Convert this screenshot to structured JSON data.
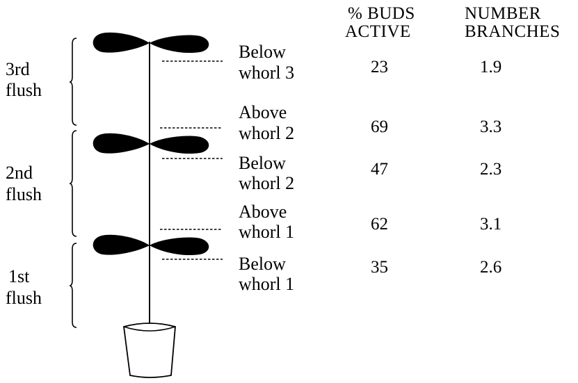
{
  "headers": {
    "buds_active": [
      "% BUDS",
      "ACTIVE"
    ],
    "number_branches": [
      "NUMBER",
      "BRANCHES"
    ]
  },
  "flushes": [
    {
      "label": [
        "3rd",
        "flush"
      ]
    },
    {
      "label": [
        "2nd",
        "flush"
      ]
    },
    {
      "label": [
        "1st",
        "flush"
      ]
    }
  ],
  "positions": [
    {
      "label": [
        "Below",
        "whorl 3"
      ],
      "buds_active": "23",
      "branches": "1.9"
    },
    {
      "label": [
        "Above",
        "whorl 2"
      ],
      "buds_active": "69",
      "branches": "3.3"
    },
    {
      "label": [
        "Below",
        "whorl 2"
      ],
      "buds_active": "47",
      "branches": "2.3"
    },
    {
      "label": [
        "Above",
        "whorl 1"
      ],
      "buds_active": "62",
      "branches": "3.1"
    },
    {
      "label": [
        "Below",
        "whorl 1"
      ],
      "buds_active": "35",
      "branches": "2.6"
    }
  ]
}
